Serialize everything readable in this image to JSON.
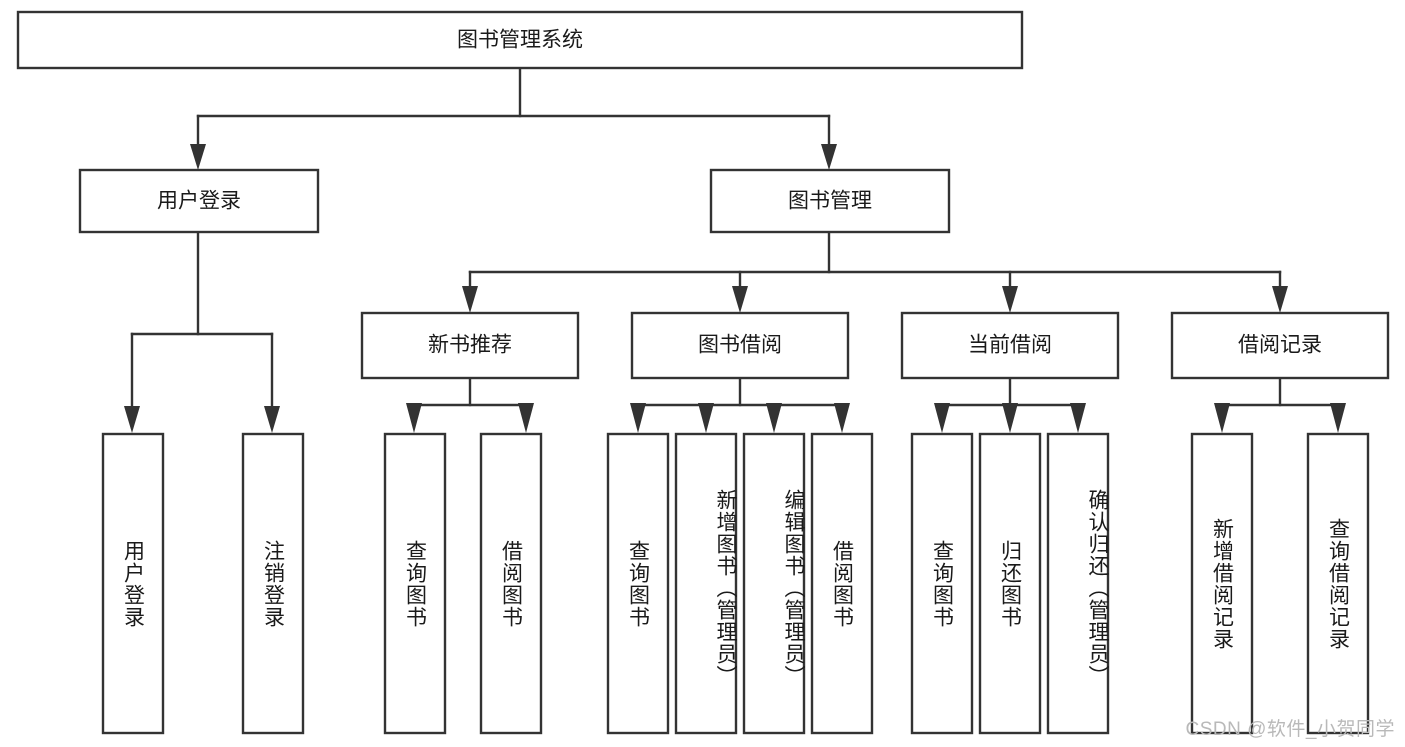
{
  "diagram": {
    "title": "图书管理系统",
    "type": "tree",
    "root": {
      "label": "图书管理系统"
    },
    "level2": [
      {
        "label": "用户登录"
      },
      {
        "label": "图书管理"
      }
    ],
    "level3": [
      {
        "label": "新书推荐"
      },
      {
        "label": "图书借阅"
      },
      {
        "label": "当前借阅"
      },
      {
        "label": "借阅记录"
      }
    ],
    "leaves": {
      "user_login": [
        "用户登录",
        "注销登录"
      ],
      "new_book_recommend": [
        "查询图书",
        "借阅图书"
      ],
      "book_borrow": [
        "查询图书",
        "新增图书（管理员）",
        "编辑图书（管理员）",
        "借阅图书"
      ],
      "current_borrow": [
        "查询图书",
        "归还图书",
        "确认归还（管理员）"
      ],
      "borrow_record": [
        "新增借阅记录",
        "查询借阅记录"
      ]
    }
  },
  "watermark": "CSDN @软件_小贺同学",
  "colors": {
    "stroke": "#333333",
    "box_fill": "#ffffff",
    "text": "#1a1a1a",
    "watermark": "#b9b9b9",
    "background": "#ffffff"
  }
}
